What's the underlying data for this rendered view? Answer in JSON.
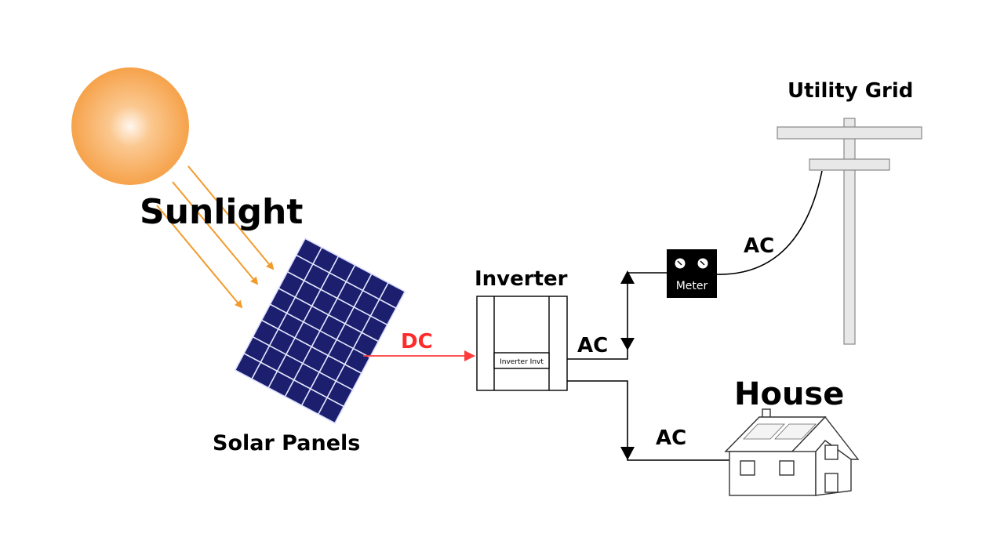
{
  "labels": {
    "sunlight": "Sunlight",
    "solar_panels": "Solar Panels",
    "dc": "DC",
    "inverter": "Inverter",
    "inverter_tag": "Inverter Invt",
    "ac_inverter": "AC",
    "ac_grid": "AC",
    "ac_house": "AC",
    "meter": "Meter",
    "utility_grid": "Utility Grid",
    "house": "House"
  },
  "colors": {
    "sun_core": "#fff6ea",
    "sun_outer": "#f6a24a",
    "sun_ray": "#f29b2b",
    "panel_fill": "#1b1f6e",
    "panel_grid": "#e6e9ff",
    "dc_wire": "#ff3b3b",
    "wire": "#000000"
  },
  "icons": {
    "sun": "sun-icon",
    "panel": "solar-panel-icon",
    "inverter": "inverter-icon",
    "meter": "meter-icon",
    "pole": "utility-pole-icon",
    "house": "house-icon"
  }
}
